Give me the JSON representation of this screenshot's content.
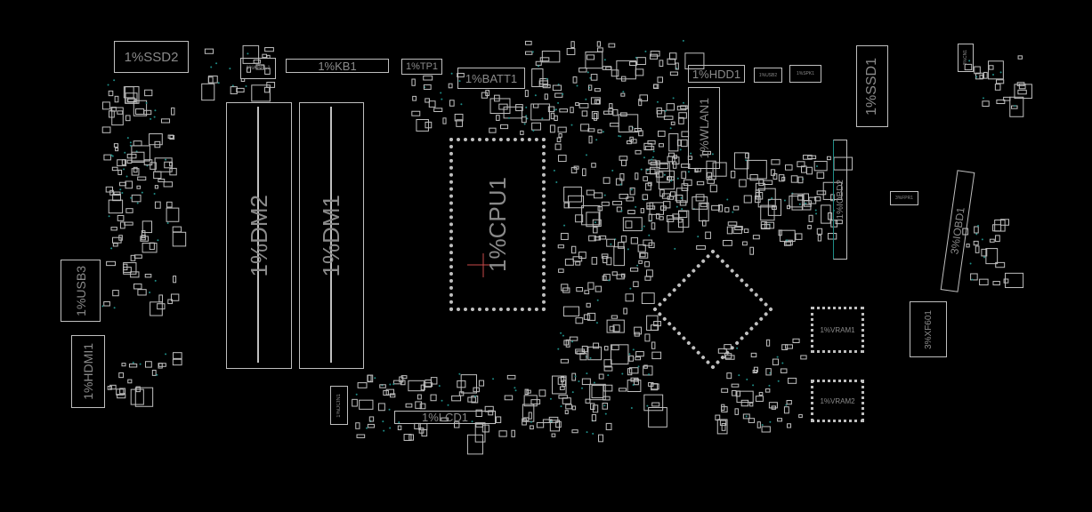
{
  "board": {
    "components": {
      "ssd2": "1%SSD2",
      "kbbl1": "1%KBBL1",
      "kb1": "1%KB1",
      "tp1": "1%TP1",
      "batt1": "1%BATT1",
      "hdd1": "1%HDD1",
      "usb2": "1%USB2",
      "spk1": "1%SPK1",
      "ssd1": "1%SSD1",
      "cn1": "3%CN1",
      "wlan1": "1%WLAN1",
      "iobd2": "1%IOBD2",
      "fpr1": "3%FPR1",
      "iobd1": "3%IOBD1",
      "dm2": "1%DM2",
      "dm1": "1%DM1",
      "cpu1": "1%CPU1",
      "usb3": "1%USB3",
      "hdmi1": "1%HDMI1",
      "lcd1": "1%LCD1",
      "dcin1": "1%DCIN1",
      "vram1": "1%VRAM1",
      "vram2": "1%VRAM2",
      "xf601": "3%XF601"
    },
    "colors": {
      "outline": "#bfbfbf",
      "label": "#8a8a8a",
      "pin": "#1e8c86",
      "marker": "#c84a4a"
    }
  }
}
